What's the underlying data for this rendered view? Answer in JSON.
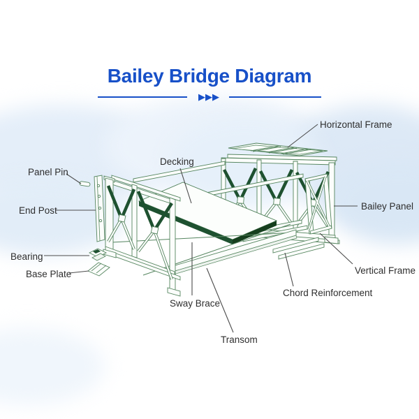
{
  "header": {
    "title": "Bailey Bridge Diagram",
    "divider_arrows": "▶▶▶",
    "accent_color": "#1750c8"
  },
  "diagram": {
    "subject": "Bailey bridge exploded isometric line drawing",
    "line_color": "#55855f",
    "dark_brace_color": "#1e5130",
    "label_color": "#2e2e2e",
    "labels": [
      {
        "id": "horizontal-frame",
        "text": "Horizontal Frame"
      },
      {
        "id": "panel-pin",
        "text": "Panel Pin"
      },
      {
        "id": "decking",
        "text": "Decking"
      },
      {
        "id": "end-post",
        "text": "End Post"
      },
      {
        "id": "bailey-panel",
        "text": "Bailey Panel"
      },
      {
        "id": "bearing",
        "text": "Bearing"
      },
      {
        "id": "base-plate",
        "text": "Base Plate"
      },
      {
        "id": "vertical-frame",
        "text": "Vertical Frame"
      },
      {
        "id": "chord-reinforcement",
        "text": "Chord Reinforcement"
      },
      {
        "id": "sway-brace",
        "text": "Sway Brace"
      },
      {
        "id": "transom",
        "text": "Transom"
      }
    ]
  }
}
